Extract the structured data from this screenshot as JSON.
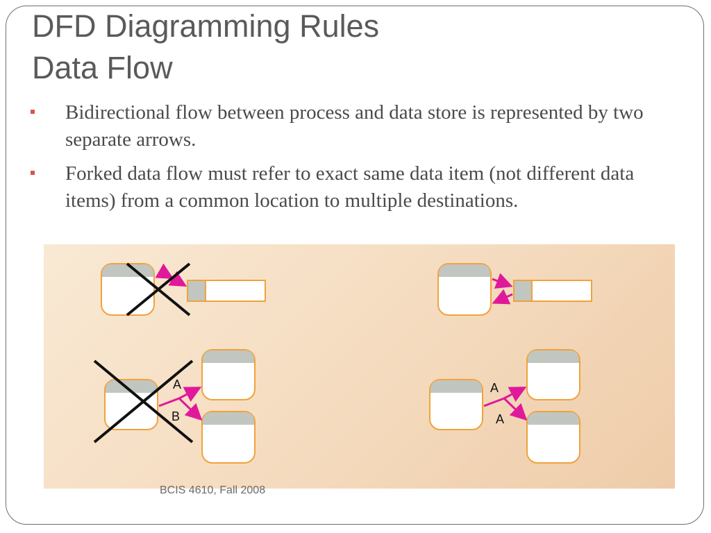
{
  "title": {
    "line1": "DFD Diagramming Rules",
    "line2": "Data Flow"
  },
  "bullets": [
    "Bidirectional flow between process and data store is represented by two separate arrows.",
    "Forked data flow must refer to exact same data item (not different data items) from a common location to multiple destinations."
  ],
  "figure": {
    "incorrect_fork_labels": [
      "A",
      "B"
    ],
    "correct_fork_labels": [
      "A",
      "A"
    ],
    "colors": {
      "arrow": "#e0199a",
      "process_fill": "#ffffff",
      "process_header": "#c1c6c0",
      "outline": "#f0a23c",
      "cross": "#111111"
    }
  },
  "footer": "BCIS 4610, Fall 2008"
}
